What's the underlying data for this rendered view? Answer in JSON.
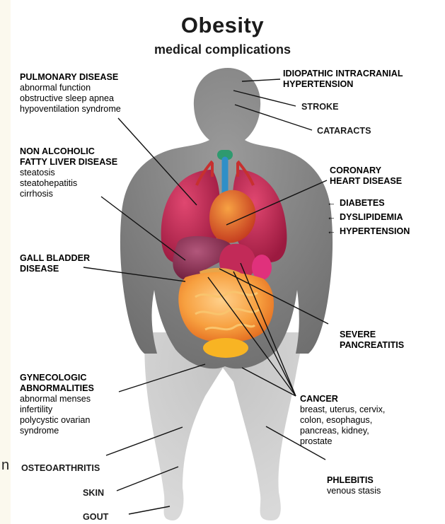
{
  "title": "Obesity",
  "subtitle": "medical complications",
  "edge_glyph": "n",
  "left_labels": {
    "pulmonary": {
      "heading": "PULMONARY DISEASE",
      "items": [
        "abnormal function",
        "obstructive sleep apnea",
        "hypoventilation syndrome"
      ]
    },
    "nafld": {
      "heading_lines": [
        "NON ALCOHOLIC",
        "FATTY LIVER DISEASE"
      ],
      "items": [
        "steatosis",
        "steatohepatitis",
        "cirrhosis"
      ]
    },
    "gallbladder": {
      "heading_lines": [
        "GALL BLADDER",
        "DISEASE"
      ]
    },
    "gynecologic": {
      "heading_lines": [
        "GYNECOLOGIC",
        "ABNORMALITIES"
      ],
      "items": [
        "abnormal menses",
        "infertility",
        "polycystic ovarian",
        "syndrome"
      ]
    },
    "osteoarthritis": "OSTEOARTHRITIS",
    "skin": "SKIN",
    "gout": "GOUT"
  },
  "right_labels": {
    "iih": {
      "heading_lines": [
        "IDIOPATHIC INTRACRANIAL",
        "HYPERTENSION"
      ]
    },
    "stroke": "STROKE",
    "cataracts": "CATARACTS",
    "coronary": {
      "heading_lines": [
        "CORONARY",
        "HEART DISEASE"
      ],
      "risk_factors": [
        "DIABETES",
        "DYSLIPIDEMIA",
        "HYPERTENSION"
      ],
      "arrow_glyph": "←"
    },
    "pancreatitis": {
      "heading_lines": [
        "SEVERE",
        "PANCREATITIS"
      ]
    },
    "cancer": {
      "heading": "CANCER",
      "items": [
        "breast, uterus, cervix,",
        "colon, esophagus,",
        "pancreas, kidney,",
        "prostate"
      ]
    },
    "phlebitis": {
      "heading": "PHLEBITIS",
      "items": [
        "venous stasis"
      ]
    }
  },
  "colors": {
    "page_bg": "#fbf9ee",
    "card_bg": "#ffffff",
    "silhouette": "#7c7c7c",
    "text": "#1b1b1b",
    "lung": "#b0214c",
    "liver": "#8a2a4d",
    "intestine": "#f4962f",
    "bladder": "#f8b423",
    "heart": "#d9532a",
    "trachea": "#2f8fc7",
    "thyroid": "#2e9a6f"
  }
}
